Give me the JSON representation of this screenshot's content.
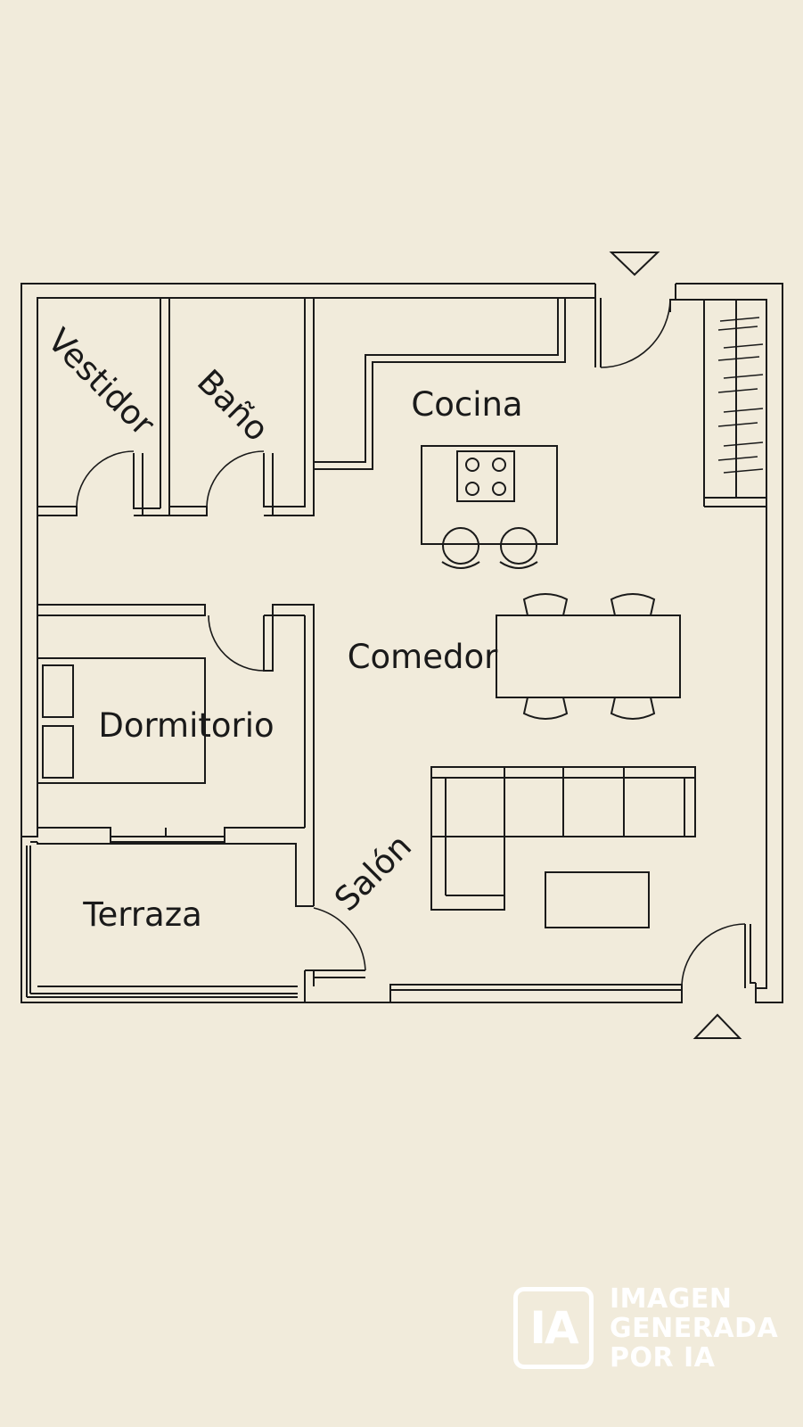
{
  "rooms": {
    "vestidor": "Vestidor",
    "bano": "Baño",
    "cocina": "Cocina",
    "comedor": "Comedor",
    "dormitorio": "Dormitorio",
    "salon": "Salón",
    "terraza": "Terraza"
  },
  "watermark": {
    "badge": "IA",
    "line1": "IMAGEN",
    "line2": "GENERADA",
    "line3": "POR IA"
  },
  "colors": {
    "background": "#f1ebdb",
    "line": "#1a1a1a",
    "watermark": "#ffffff"
  }
}
